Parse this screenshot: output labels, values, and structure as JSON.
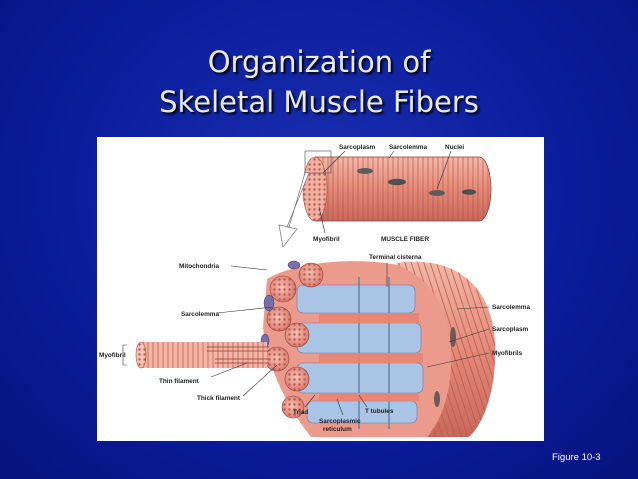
{
  "slide": {
    "title_line1": "Organization of",
    "title_line2": "Skeletal Muscle Fibers",
    "caption": "Figure 10-3"
  },
  "figure": {
    "top_labels": {
      "sarcoplasm": "Sarcoplasm",
      "sarcolemma": "Sarcolemma",
      "nuclei": "Nuclei",
      "myofibril": "Myofibril",
      "muscle_fiber": "MUSCLE FIBER"
    },
    "bottom_labels": {
      "mitochondria": "Mitochondria",
      "terminal_cisterna": "Terminal cisterna",
      "sarcolemma_left": "Sarcolemma",
      "sarcolemma_right": "Sarcolemma",
      "sarcoplasm_right": "Sarcoplasm",
      "myofibrils_right": "Myofibrils",
      "myofibril_left": "Myofibril",
      "thin_filament": "Thin filament",
      "thick_filament": "Thick filament",
      "triad": "Triad",
      "t_tubules": "T tubules",
      "sarcoplasmic_line1": "Sarcoplasmic",
      "sarcoplasmic_line2": "reticulum"
    }
  },
  "colors": {
    "background": "#0c1d9c",
    "title_text": "#e8eaf8",
    "muscle_pink": "#e88b7e",
    "reticulum_blue": "#a9c4e4"
  }
}
